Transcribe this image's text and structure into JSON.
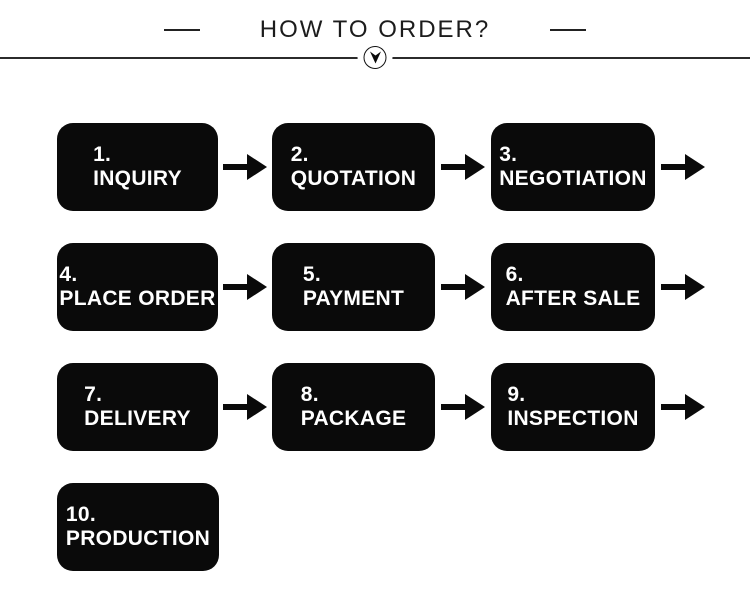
{
  "header": {
    "title": "HOW TO ORDER?"
  },
  "divider": {
    "icon": "circled-down-arrow-icon"
  },
  "steps": [
    {
      "number": "1.",
      "label": "INQUIRY"
    },
    {
      "number": "2.",
      "label": "QUOTATION"
    },
    {
      "number": "3.",
      "label": "NEGOTIATION"
    },
    {
      "number": "4.",
      "label": "PLACE ORDER"
    },
    {
      "number": "5.",
      "label": "PAYMENT"
    },
    {
      "number": "6.",
      "label": "AFTER SALE"
    },
    {
      "number": "7.",
      "label": "DELIVERY"
    },
    {
      "number": "8.",
      "label": "PACKAGE"
    },
    {
      "number": "9.",
      "label": "INSPECTION"
    },
    {
      "number": "10.",
      "label": "PRODUCTION"
    }
  ],
  "colors": {
    "box_background": "#0a0a0a",
    "box_text": "#ffffff",
    "title_text": "#1c1c1c",
    "divider_line": "#2b2b2b",
    "page_background": "#ffffff"
  }
}
